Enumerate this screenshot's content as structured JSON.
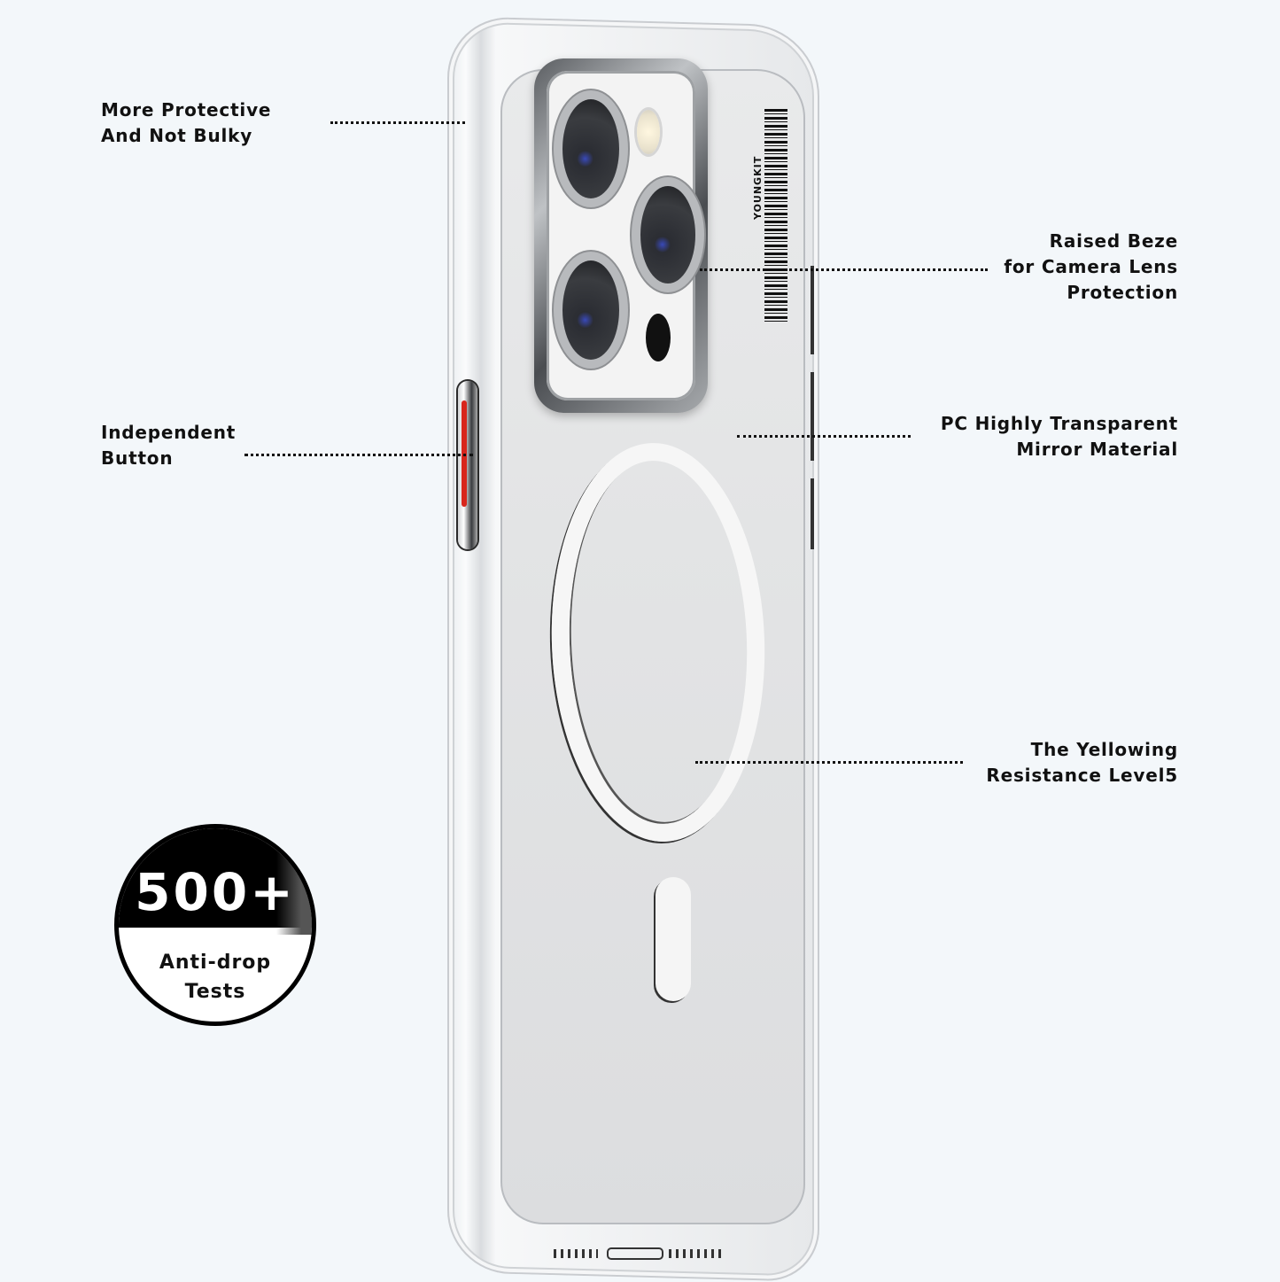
{
  "background_color": "#f3f7fa",
  "callouts": {
    "protective": {
      "lines": [
        "More Protective",
        "And Not Bulky"
      ]
    },
    "camera": {
      "lines": [
        "Raised Beze",
        "for Camera Lens",
        "Protection"
      ]
    },
    "button": {
      "lines": [
        "Independent",
        "Button"
      ]
    },
    "material": {
      "lines": [
        "PC Highly Transparent",
        "Mirror Material"
      ]
    },
    "yellowing": {
      "lines": [
        "The Yellowing",
        "Resistance Level5"
      ]
    }
  },
  "badge": {
    "number": "500+",
    "label_lines": [
      "Anti-drop",
      "Tests"
    ]
  },
  "product": {
    "brand": "YOUNGKIT",
    "accent_color": "#d8261c"
  }
}
